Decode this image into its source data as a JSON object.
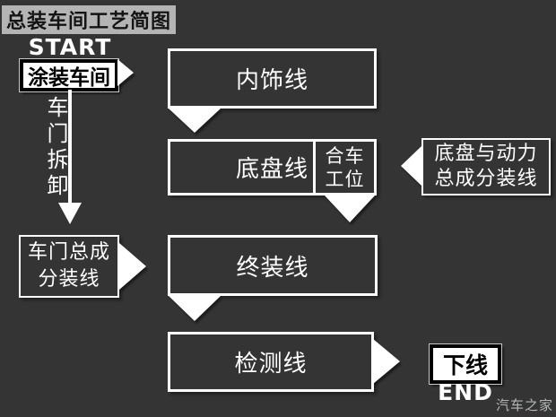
{
  "title": "总装车间工艺简图",
  "flow": {
    "start": "START",
    "end": "END",
    "paint_shop": "涂装车间",
    "door_removal": "车门拆卸",
    "door_subassembly": "车门总成\n分装线",
    "interior_line": "内饰线",
    "chassis_line": "底盘线",
    "marriage_station": "合车\n工位",
    "chassis_powertrain_subassembly": "底盘与动力\n总成分装线",
    "final_assembly_line": "终装线",
    "inspection_line": "检测线",
    "offline": "下线"
  },
  "watermark": "汽车之家",
  "colors": {
    "background": "#343434",
    "node_border": "#ffffff",
    "node_text": "#ffffff",
    "terminal_node_bg": "#ffffff",
    "terminal_node_border": "#000000",
    "terminal_node_text": "#000000",
    "title_bg": "#b4b4b4",
    "title_text": "#141414",
    "arrow": "#ffffff",
    "watermark_text": "#b3b7b7"
  }
}
